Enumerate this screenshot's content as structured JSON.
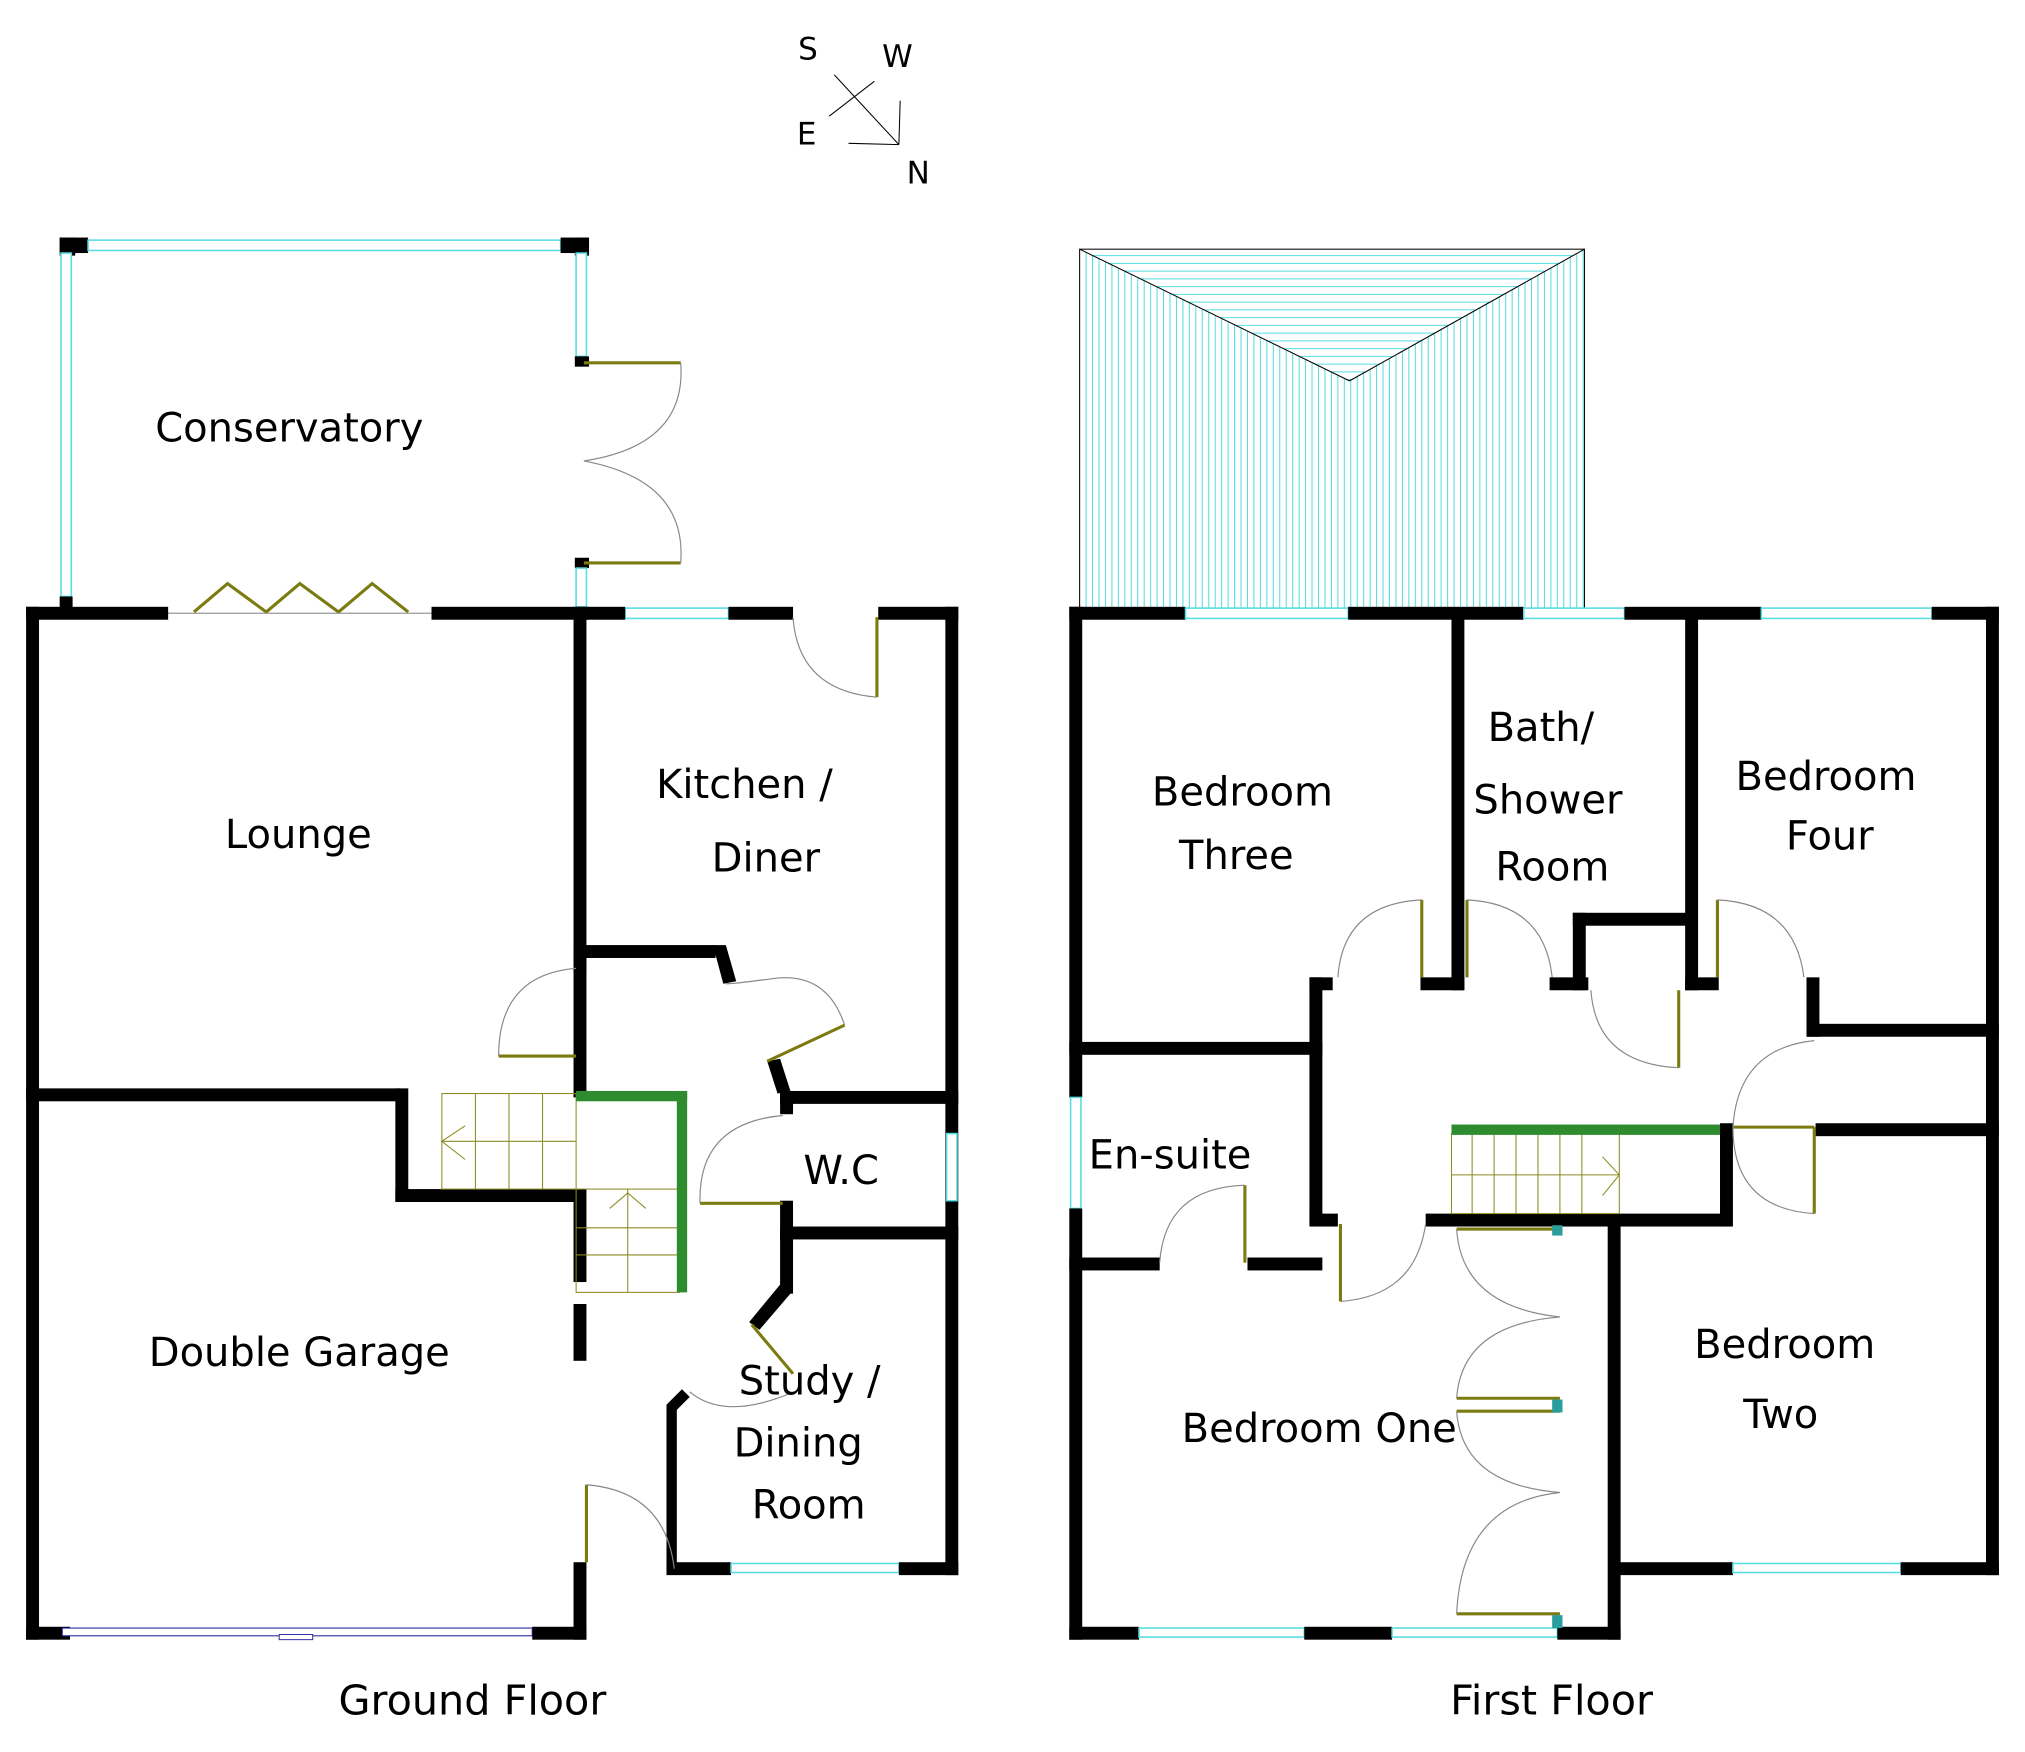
{
  "compass": {
    "s": "S",
    "w": "W",
    "e": "E",
    "n": "N"
  },
  "ground_floor": {
    "title": "Ground Floor",
    "rooms": {
      "conservatory": "Conservatory",
      "lounge": "Lounge",
      "kitchen_line1": "Kitchen /",
      "kitchen_line2": "Diner",
      "wc": "W.C",
      "garage": "Double Garage",
      "study_line1": "Study /",
      "study_line2": "Dining",
      "study_line3": "Room"
    }
  },
  "first_floor": {
    "title": "First Floor",
    "rooms": {
      "bed3_line1": "Bedroom",
      "bed3_line2": "Three",
      "bath_line1": "Bath/",
      "bath_line2": "Shower",
      "bath_line3": "Room",
      "bed4_line1": "Bedroom",
      "bed4_line2": "Four",
      "ensuite": "En-suite",
      "bed1": "Bedroom One",
      "bed2_line1": "Bedroom",
      "bed2_line2": "Two"
    }
  },
  "colors": {
    "wall": "#000000",
    "glazing": "#55dde0",
    "door_leaf": "#7b7b10",
    "stair_rail": "#2e8b2e"
  }
}
